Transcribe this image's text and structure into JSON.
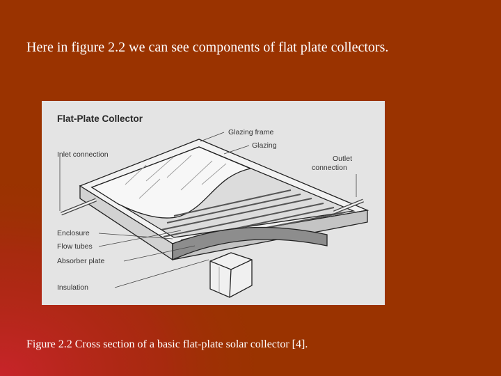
{
  "slide": {
    "intro_text": "Here in figure 2.2 we can see components of flat plate collectors.",
    "caption": "Figure 2.2  Cross section of a basic flat-plate solar collector [4].",
    "background_color": "#9a3300"
  },
  "figure": {
    "title": "Flat-Plate Collector",
    "labels": {
      "glazing_frame": "Glazing frame",
      "glazing": "Glazing",
      "inlet_connection": "Inlet connection",
      "outlet_connection_line1": "Outlet",
      "outlet_connection_line2": "connection",
      "enclosure": "Enclosure",
      "flow_tubes": "Flow tubes",
      "absorber_plate": "Absorber plate",
      "insulation": "Insulation"
    }
  }
}
